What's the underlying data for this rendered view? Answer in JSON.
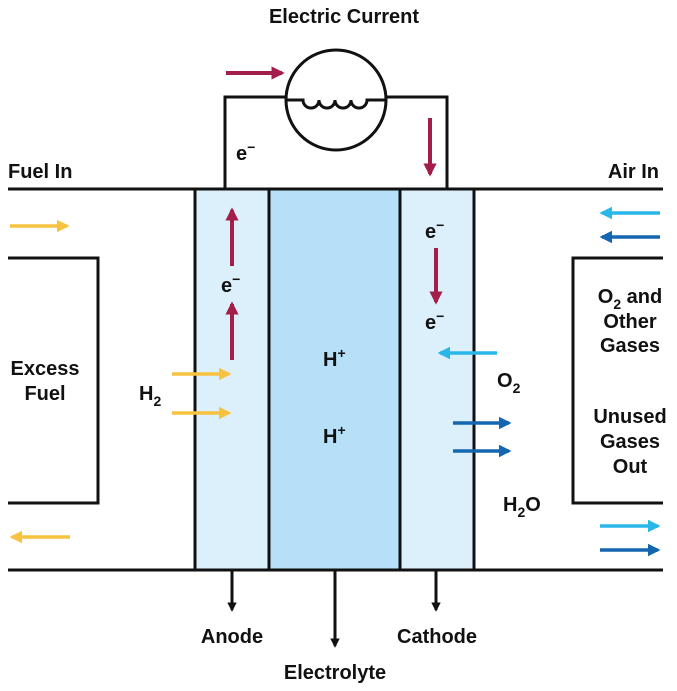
{
  "title": "Electric Current",
  "electron": {
    "base": "e",
    "sup": "−"
  },
  "labels": {
    "fuel_in": "Fuel In",
    "air_in": "Air In",
    "excess_fuel_line1": "Excess",
    "excess_fuel_line2": "Fuel",
    "o2_other_line1_base": "O",
    "o2_other_line1_sub": "2",
    "o2_other_line1_rest": " and",
    "o2_other_line2": "Other",
    "o2_other_line3": "Gases",
    "unused_line1": "Unused",
    "unused_line2": "Gases",
    "unused_line3": "Out",
    "h2_base": "H",
    "h2_sub": "2",
    "hplus_base": "H",
    "hplus_sup": "+",
    "o2_base": "O",
    "o2_sub": "2",
    "h2o_h": "H",
    "h2o_sub": "2",
    "h2o_o": "O",
    "anode": "Anode",
    "electrolyte": "Electrolyte",
    "cathode": "Cathode"
  },
  "colors": {
    "electron_arrow": "#a31f4a",
    "fuel_arrow": "#f7c240",
    "o2_arrow": "#29b6e8",
    "water_arrow": "#1466b0",
    "electrode_fill": "#dcf0fb",
    "electrolyte_fill": "#b6e0f7",
    "line": "#111111"
  }
}
